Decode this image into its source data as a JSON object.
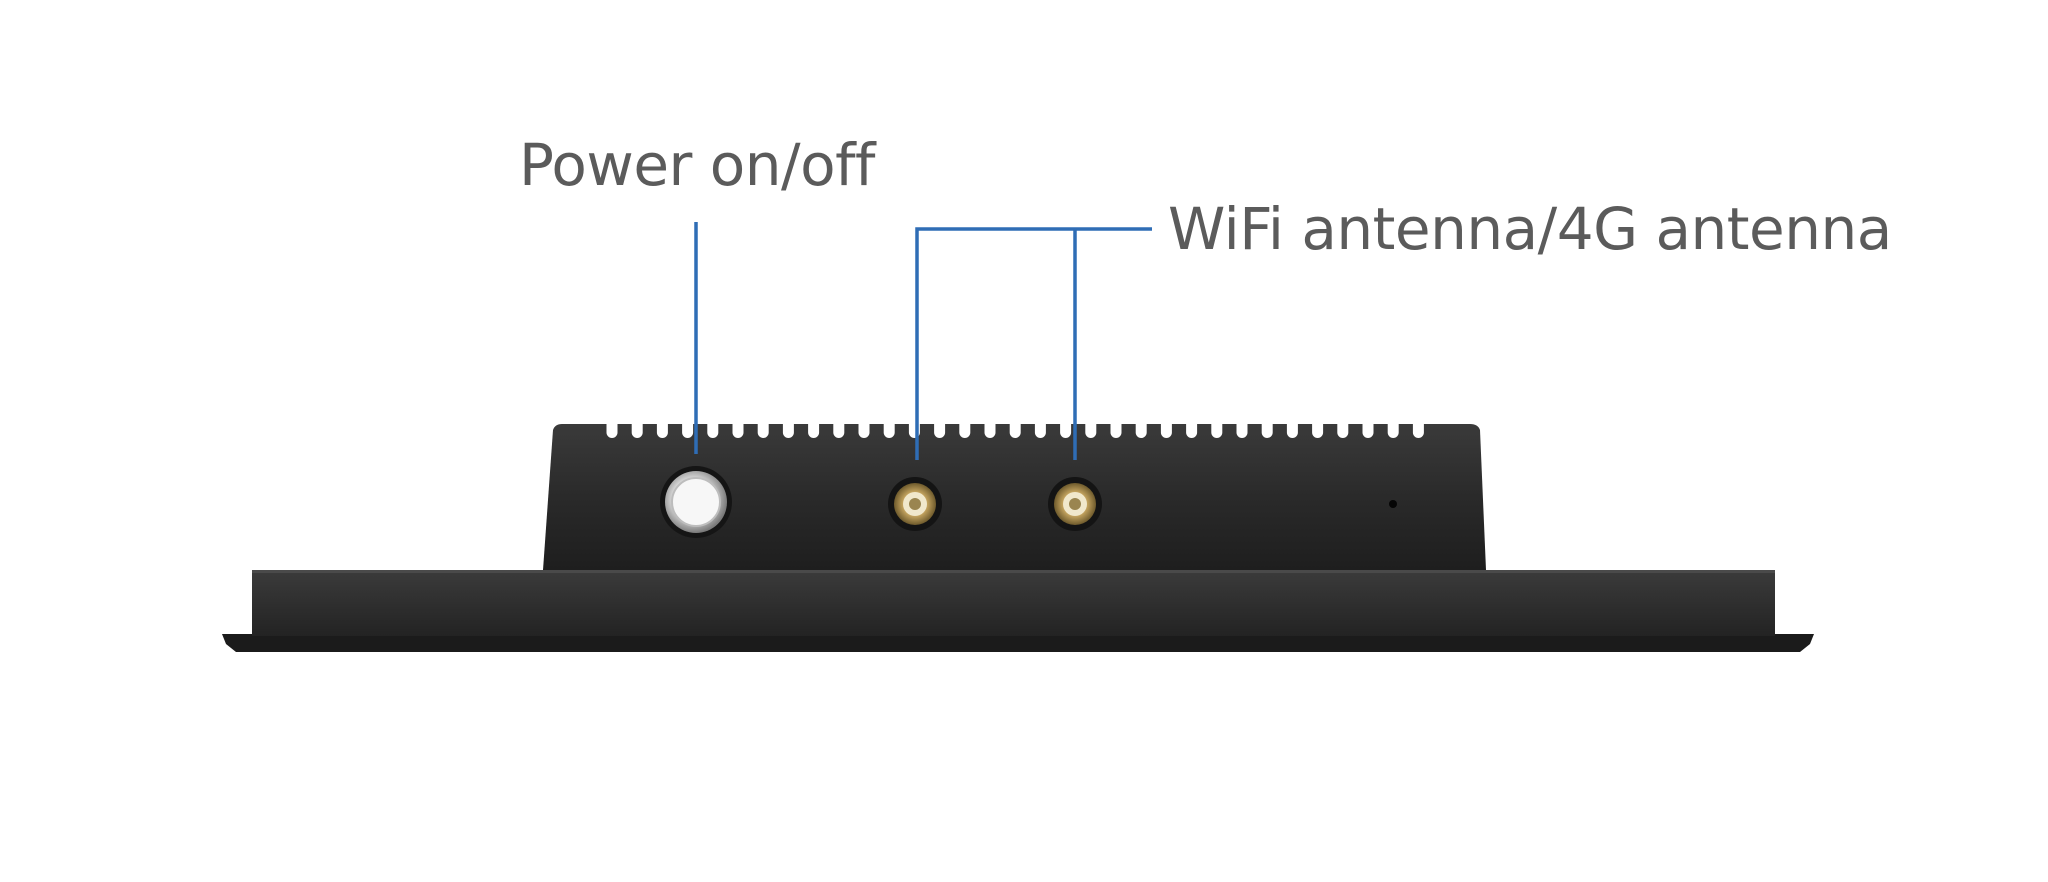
{
  "labels": {
    "power": "Power on/off",
    "antenna": "WiFi antenna/4G antenna"
  },
  "colors": {
    "callout_line": "#2f6db5",
    "label_text": "#5b5b5b",
    "chassis": "#2b2b2b",
    "background": "#ffffff"
  },
  "parts": [
    {
      "id": "power-button",
      "icon": "power-button-icon"
    },
    {
      "id": "antenna-connector-1",
      "icon": "sma-connector-icon"
    },
    {
      "id": "antenna-connector-2",
      "icon": "sma-connector-icon"
    },
    {
      "id": "indicator-hole",
      "icon": "indicator-dot-icon"
    }
  ]
}
